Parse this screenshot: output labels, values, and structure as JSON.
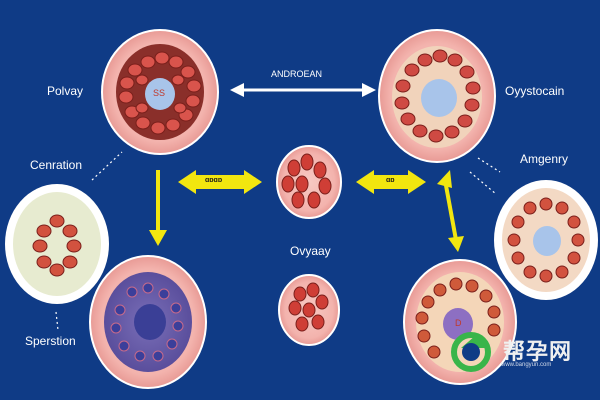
{
  "labels": {
    "polyvay": "Polvay",
    "cenration": "Cenration",
    "sperstion": "Sperstion",
    "ovyaay": "Ovyaay",
    "oyystocain": "Oyystocain",
    "amgenry": "Amgenry",
    "androcean": "ANDROEAN"
  },
  "arrow_labels": {
    "left": "ɑɒɑɒ",
    "right": "ɑɒ"
  },
  "nucleus_labels": {
    "top_left": "SS",
    "bottom_right": "D"
  },
  "watermark": {
    "text": "帮孕网",
    "url": "www.bangyun.com"
  },
  "colors": {
    "background": "#0f3b86",
    "arrow_yellow": "#f2e60f",
    "cell_pink": "#f4b9b4",
    "cell_red": "#c8433c",
    "nucleus_blue": "#a8c4ea"
  }
}
